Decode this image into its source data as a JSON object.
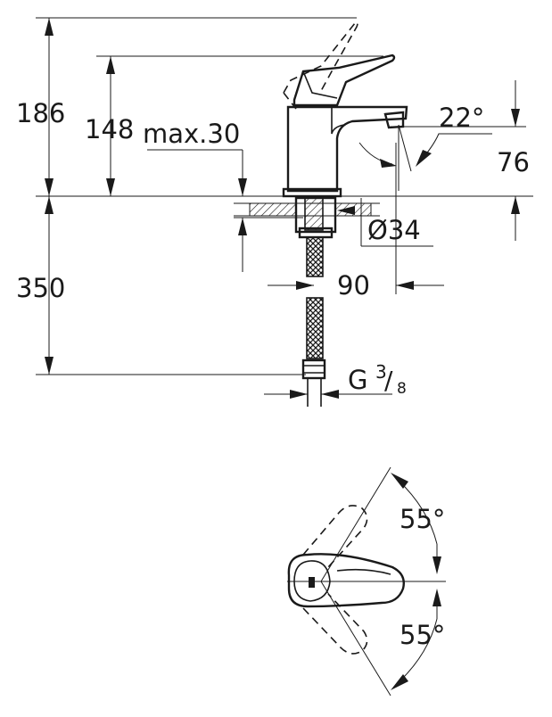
{
  "side_view": {
    "dimensions": {
      "height_total": "186",
      "height_spout": "148",
      "deck_thickness": "max.30",
      "spout_angle": "22°",
      "spout_outlet_height": "76",
      "hole_diameter": "Ø34",
      "projection": "90",
      "hose_length": "350",
      "connection_main": "G",
      "connection_num": "3",
      "connection_den": "8"
    }
  },
  "top_view": {
    "dimensions": {
      "angle_upper": "55°",
      "angle_lower": "55°"
    }
  },
  "colors": {
    "ink": "#1a1a1a",
    "background": "#ffffff"
  }
}
